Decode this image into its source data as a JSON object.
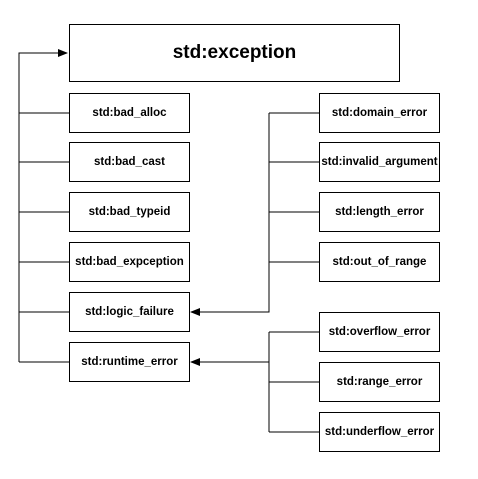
{
  "diagram": {
    "root": "std:exception",
    "left_children": [
      "std:bad_alloc",
      "std:bad_cast",
      "std:bad_typeid",
      "std:bad_expception",
      "std:logic_failure",
      "std:runtime_error"
    ],
    "logic_children": [
      "std:domain_error",
      "std:invalid_argument",
      "std:length_error",
      "std:out_of_range"
    ],
    "runtime_children": [
      "std:overflow_error",
      "std:range_error",
      "std:underflow_error"
    ],
    "line_color": "#000000"
  }
}
